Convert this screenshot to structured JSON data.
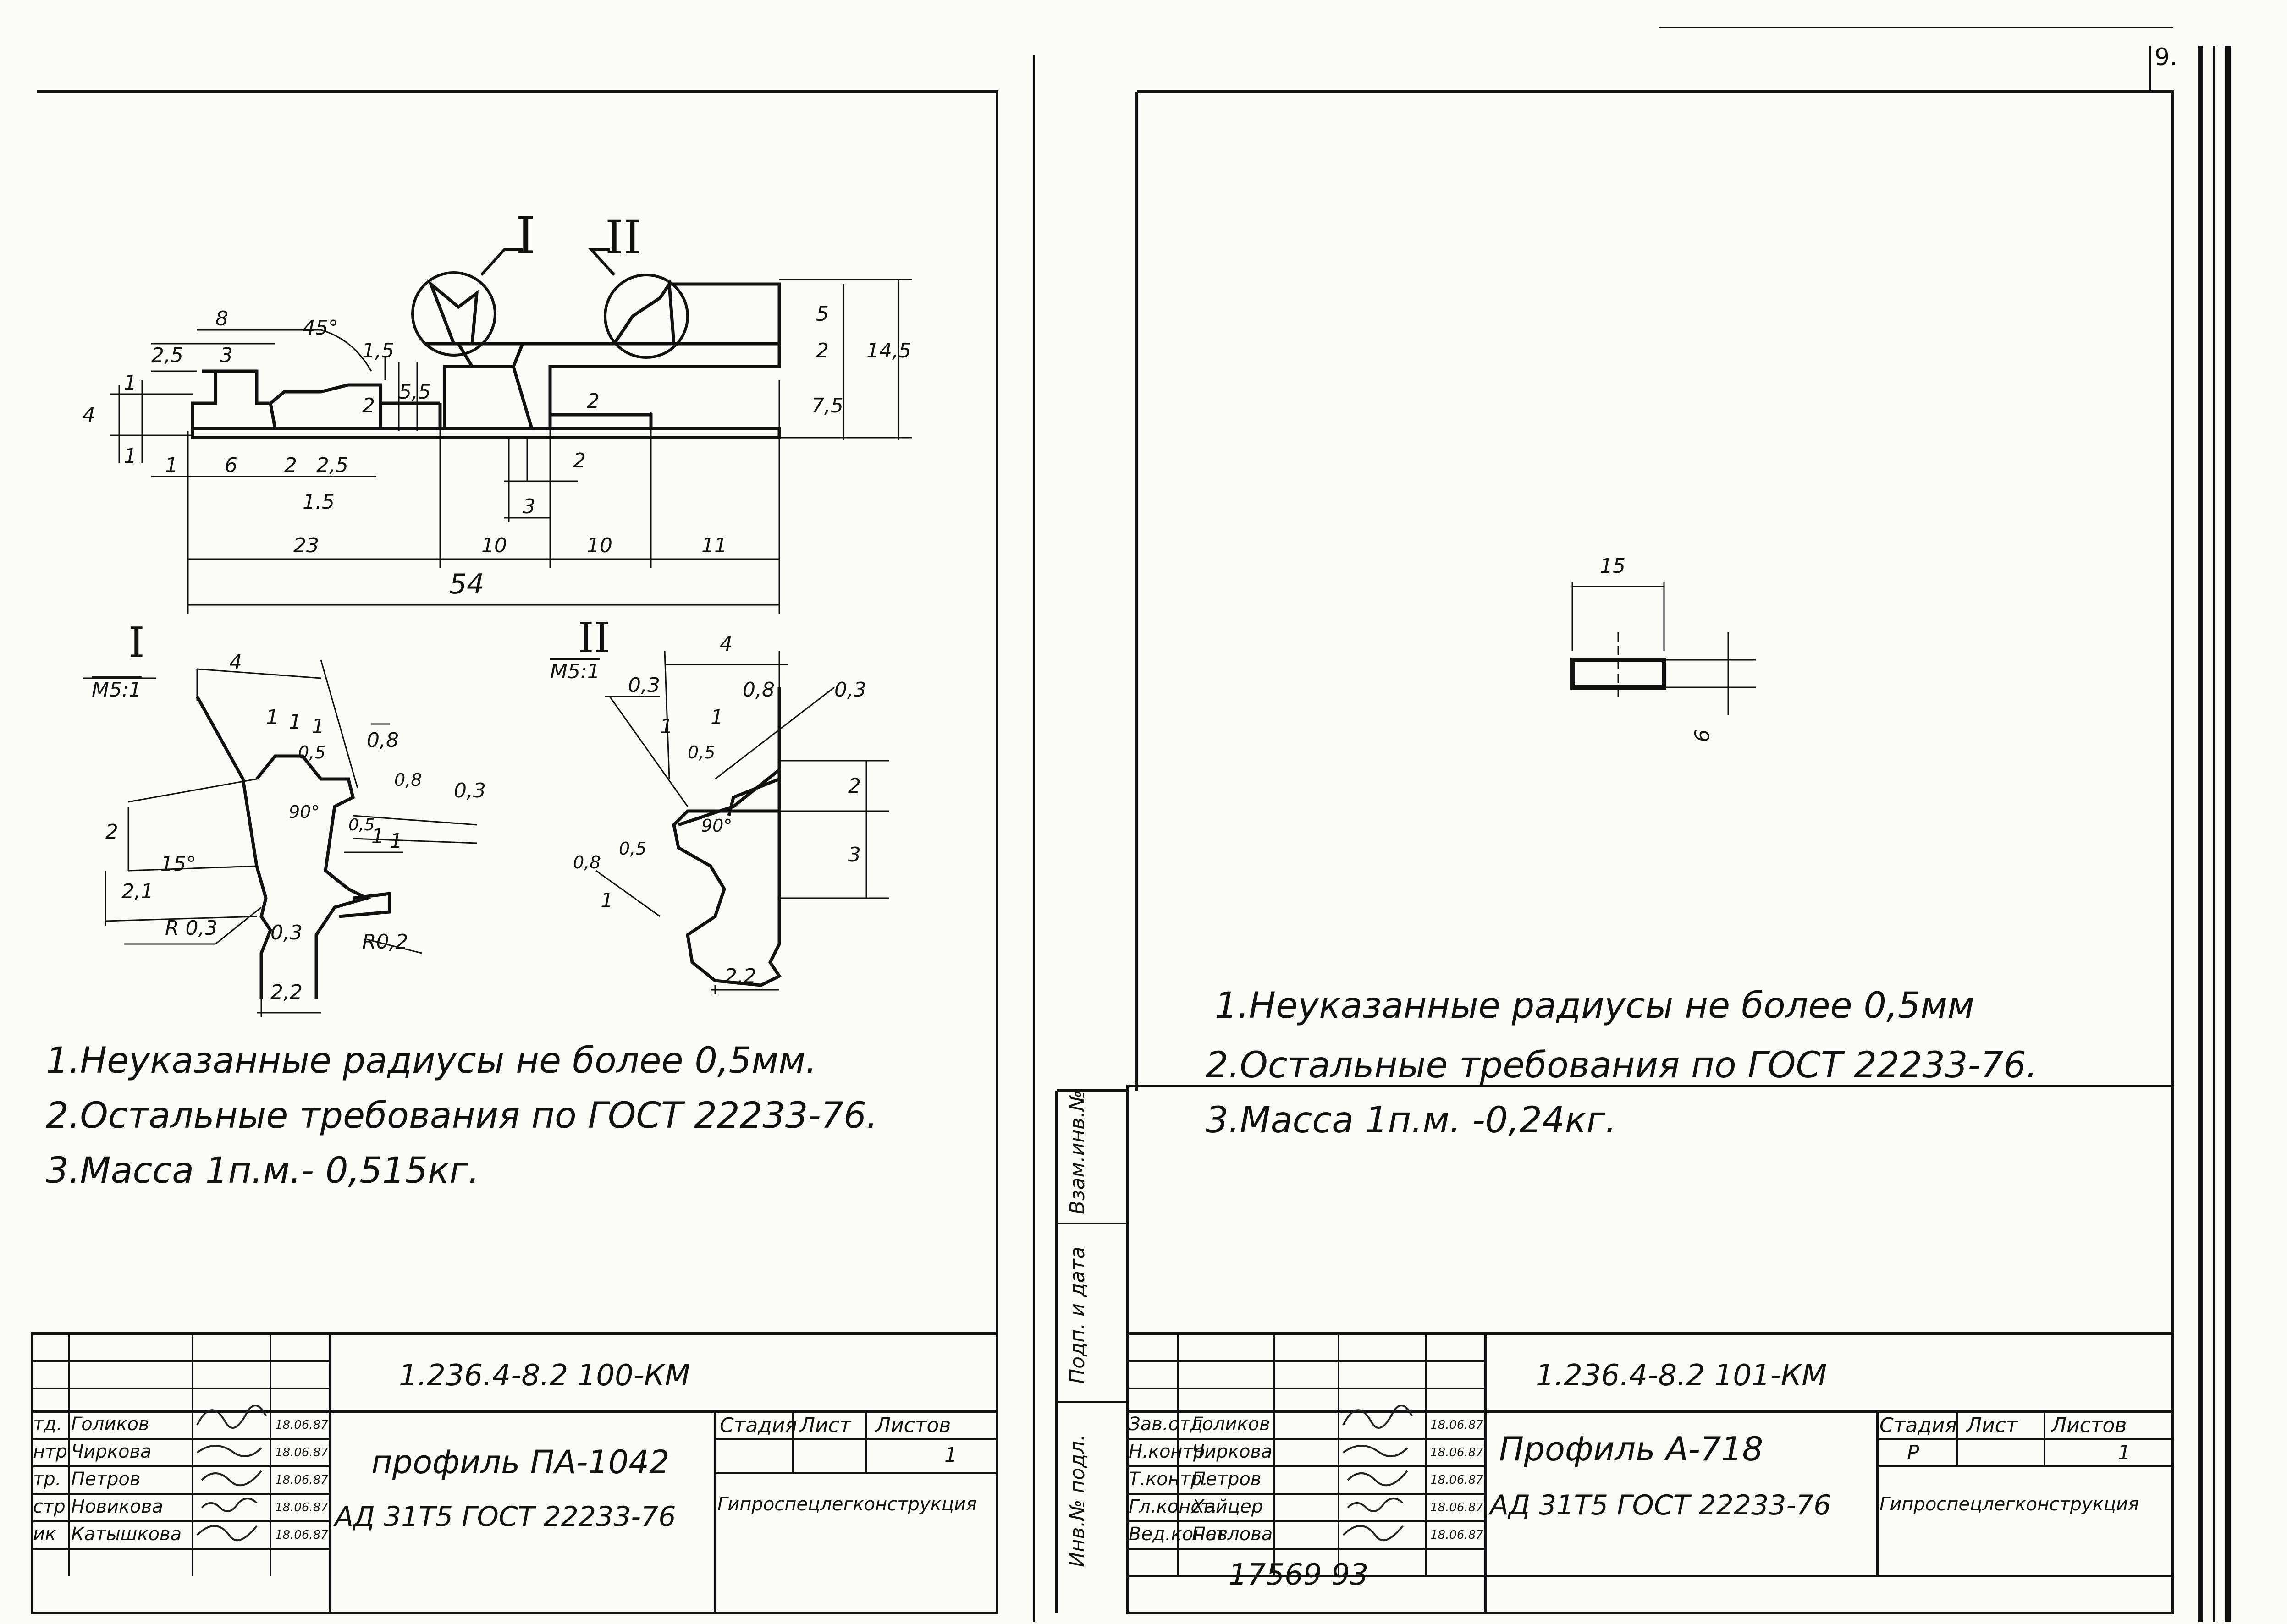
{
  "sheet_left": {
    "section_marks": {
      "detail_1": "I",
      "detail_2": "II"
    },
    "dimensions": {
      "d8": "8",
      "d45": "45°",
      "d2_5a": "2,5",
      "d3a": "3",
      "d1_5a": "1,5",
      "d1a": "1",
      "d4": "4",
      "d1b": "1",
      "d1c": "1",
      "d6": "6",
      "d2a": "2",
      "d2_5b": "2,5",
      "d1_5b": "1.5",
      "d2b": "2",
      "d5_5": "5,5",
      "d2c": "2",
      "d3b": "3",
      "d2d": "2",
      "d5": "5",
      "d2e": "2",
      "d7_5": "7,5",
      "d14_5": "14,5",
      "d23": "23",
      "d10a": "10",
      "d10b": "10",
      "d11": "11",
      "d54": "54"
    },
    "detail_1": {
      "scale": "М5:1",
      "dims": [
        "4",
        "1",
        "1",
        "1",
        "0,5",
        "0,8",
        "0,8",
        "0,3",
        "2",
        "90°",
        "0,5",
        "1",
        "1",
        "15°",
        "2,1",
        "R 0,3",
        "0,3",
        "R0,2",
        "2,2"
      ]
    },
    "detail_2": {
      "scale": "М5:1",
      "dims": [
        "4",
        "0,3",
        "1",
        "1",
        "0,5",
        "0,8",
        "0,3",
        "2",
        "3",
        "0,8",
        "0,5",
        "1",
        "90°",
        "2,2"
      ]
    },
    "notes": [
      "1.Неуказанные  радиусы не более 0,5мм.",
      "2.Остальные  требования по ГОСТ 22233-76.",
      "3.Масса   1п.м.- 0,515кг."
    ],
    "title_block": {
      "code": "1.236.4-8.2  100-КМ",
      "name": "профиль ПА-1042",
      "material": "АД 31Т5 ГОСТ 22233-76",
      "headers": {
        "stage": "Стадия",
        "sheet": "Лист",
        "sheets": "Листов"
      },
      "sheets_value": "1",
      "org": "Гипроспецлегконструкция",
      "roles": [
        "тд.",
        "нтр",
        "тр.",
        "стр",
        "ик"
      ],
      "names": [
        "Голиков",
        "Чиркова",
        "Петров",
        "Новикова",
        "Катышкова"
      ],
      "dates": [
        "18.06.87",
        "18.06.87",
        "18.06.87",
        "18.06.87",
        "18.06.87"
      ]
    }
  },
  "sheet_right": {
    "page_no": "9.",
    "dim_15": "15",
    "dim_6": "6",
    "notes": [
      "1.Неуказанные  радиусы не более 0,5мм",
      "2.Остальные  требования по ГОСТ 22233-76.",
      "3.Масса 1п.м. -0,24кг."
    ],
    "side_labels": [
      "Взам.инв.№",
      "Подп. и дата",
      "Инв.№ подл."
    ],
    "title_block": {
      "code": "1.236.4-8.2   101-КМ",
      "name": "Профиль А-718",
      "material": "АД 31Т5 ГОСТ 22233-76",
      "headers": {
        "stage": "Стадия",
        "sheet": "Лист",
        "sheets": "Листов"
      },
      "stage_value": "Р",
      "sheets_value": "1",
      "org": "Гипроспецлегконструкция",
      "roles": [
        "Зав.отд.",
        "Н.контр.",
        "Т.контр.",
        "Гл.конст.",
        "Вед.конст."
      ],
      "names": [
        "Голиков",
        "Чиркова",
        "Петров",
        "Хайцер",
        "Павлова"
      ],
      "dates": [
        "18.06.87",
        "18.06.87",
        "18.06.87",
        "18.06.87",
        "18.06.87"
      ]
    },
    "bottom_number": "17569  93"
  },
  "colors": {
    "ink": "#111111",
    "paper": "#fbfbf8"
  }
}
